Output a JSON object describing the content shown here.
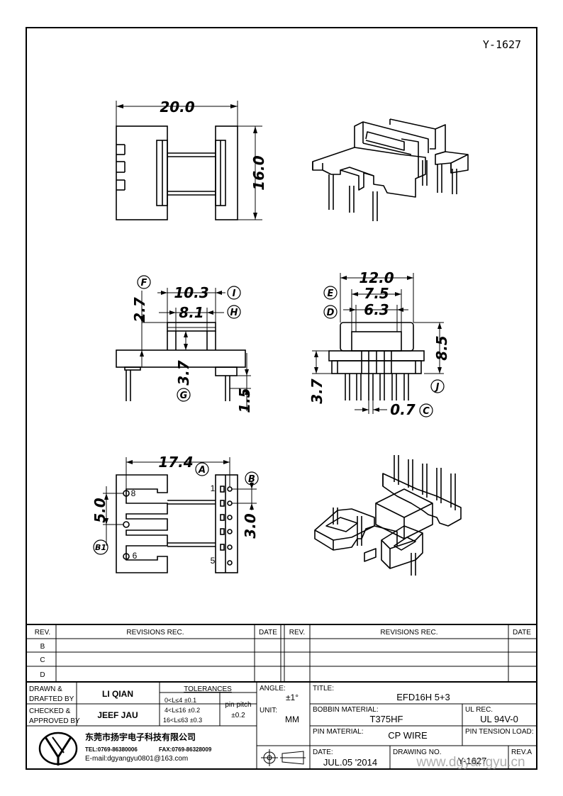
{
  "drawing_id": "Y-1627",
  "dims": {
    "top_width": "20.0",
    "top_height": "16.0",
    "f_val": "2.7",
    "i_val": "10.3",
    "h_val": "8.1",
    "g_val": "3.7",
    "pin_len": "1.5",
    "e_val": "12.0",
    "d_outer": "7.5",
    "d_inner": "6.3",
    "side_h": "8.5",
    "side_left": "3.7",
    "pin_dia": "0.7",
    "a_val": "17.4",
    "b_val": "3.0",
    "b1_val": "5.0"
  },
  "callouts": {
    "a": "A",
    "b": "B",
    "b1": "B1",
    "c": "C",
    "d": "D",
    "e": "E",
    "f": "F",
    "g": "G",
    "h": "H",
    "i": "I",
    "j": "J"
  },
  "pin_numbers": {
    "p1": "1",
    "p5": "5",
    "p6": "6",
    "p8": "8"
  },
  "revisions": {
    "rev_header": "REV.",
    "rec_header": "REVISIONS   REC.",
    "date_header": "DATE",
    "rows": [
      "B",
      "C",
      "D"
    ]
  },
  "title_block": {
    "drawn_label_1": "DRAWN &",
    "drawn_label_2": "DRAFTED BY",
    "drawn_name": "LI QIAN",
    "checked_label_1": "CHECKED &",
    "checked_label_2": "APPROVED BY",
    "checked_name": "JEEF JAU",
    "tol_header": "TOLERANCES",
    "tol_1": "0<L≤4   ±0.1",
    "tol_2": "4<L≤16  ±0.2",
    "tol_3": "16<L≤63  ±0.3",
    "pitch_label": "pin pitch",
    "pitch_val": "±0.2",
    "angle_label": "ANGLE:",
    "angle_val": "±1°",
    "unit_label": "UNIT:",
    "unit_val": "MM",
    "title_label": "TITLE:",
    "title_val": "EFD16H 5+3",
    "bobbin_label": "BOBBIN MATERIAL:",
    "bobbin_val": "T375HF",
    "ul_label": "UL REC.",
    "ul_val": "UL 94V-0",
    "pinmat_label": "PIN MATERIAL:",
    "pinmat_val": "CP WIRE",
    "tension_label": "PIN TENSION LOAD:",
    "date_label": "DATE:",
    "date_val": "JUL.05 '2014",
    "drawno_label": "DRAWING NO.",
    "drawno_val": "Y-1627",
    "reva_label": "REV.A",
    "company_cn": "东莞市扬宇电子科技有限公司",
    "tel": "TEL:0769-86380006",
    "fax": "FAX:0769-86328009",
    "email": "E-mail:dgyangyu0801@163.com",
    "watermark": "www.dgyangyu.cn"
  }
}
